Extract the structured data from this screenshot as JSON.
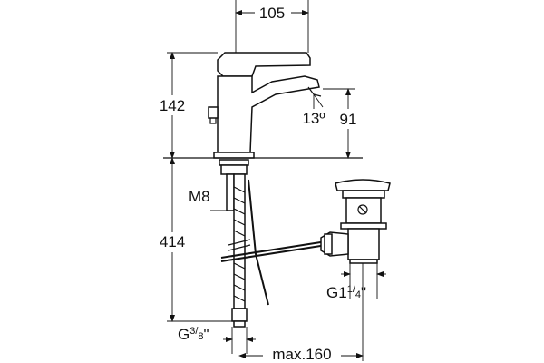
{
  "diagram": {
    "dimensions": {
      "spout_reach": "105",
      "total_height": "142",
      "spout_angle": "13º",
      "spout_height": "91",
      "supply_length": "414",
      "stud_thread": "M8",
      "supply_thread_prefix": "G",
      "supply_thread_num": "3",
      "supply_thread_den": "8",
      "supply_thread_suffix": "\"",
      "waste_thread_prefix": "G1",
      "waste_thread_num": "1",
      "waste_thread_den": "4",
      "waste_thread_suffix": "\"",
      "max_distance": "max.160"
    },
    "colors": {
      "line": "#111111",
      "background": "#ffffff"
    }
  }
}
